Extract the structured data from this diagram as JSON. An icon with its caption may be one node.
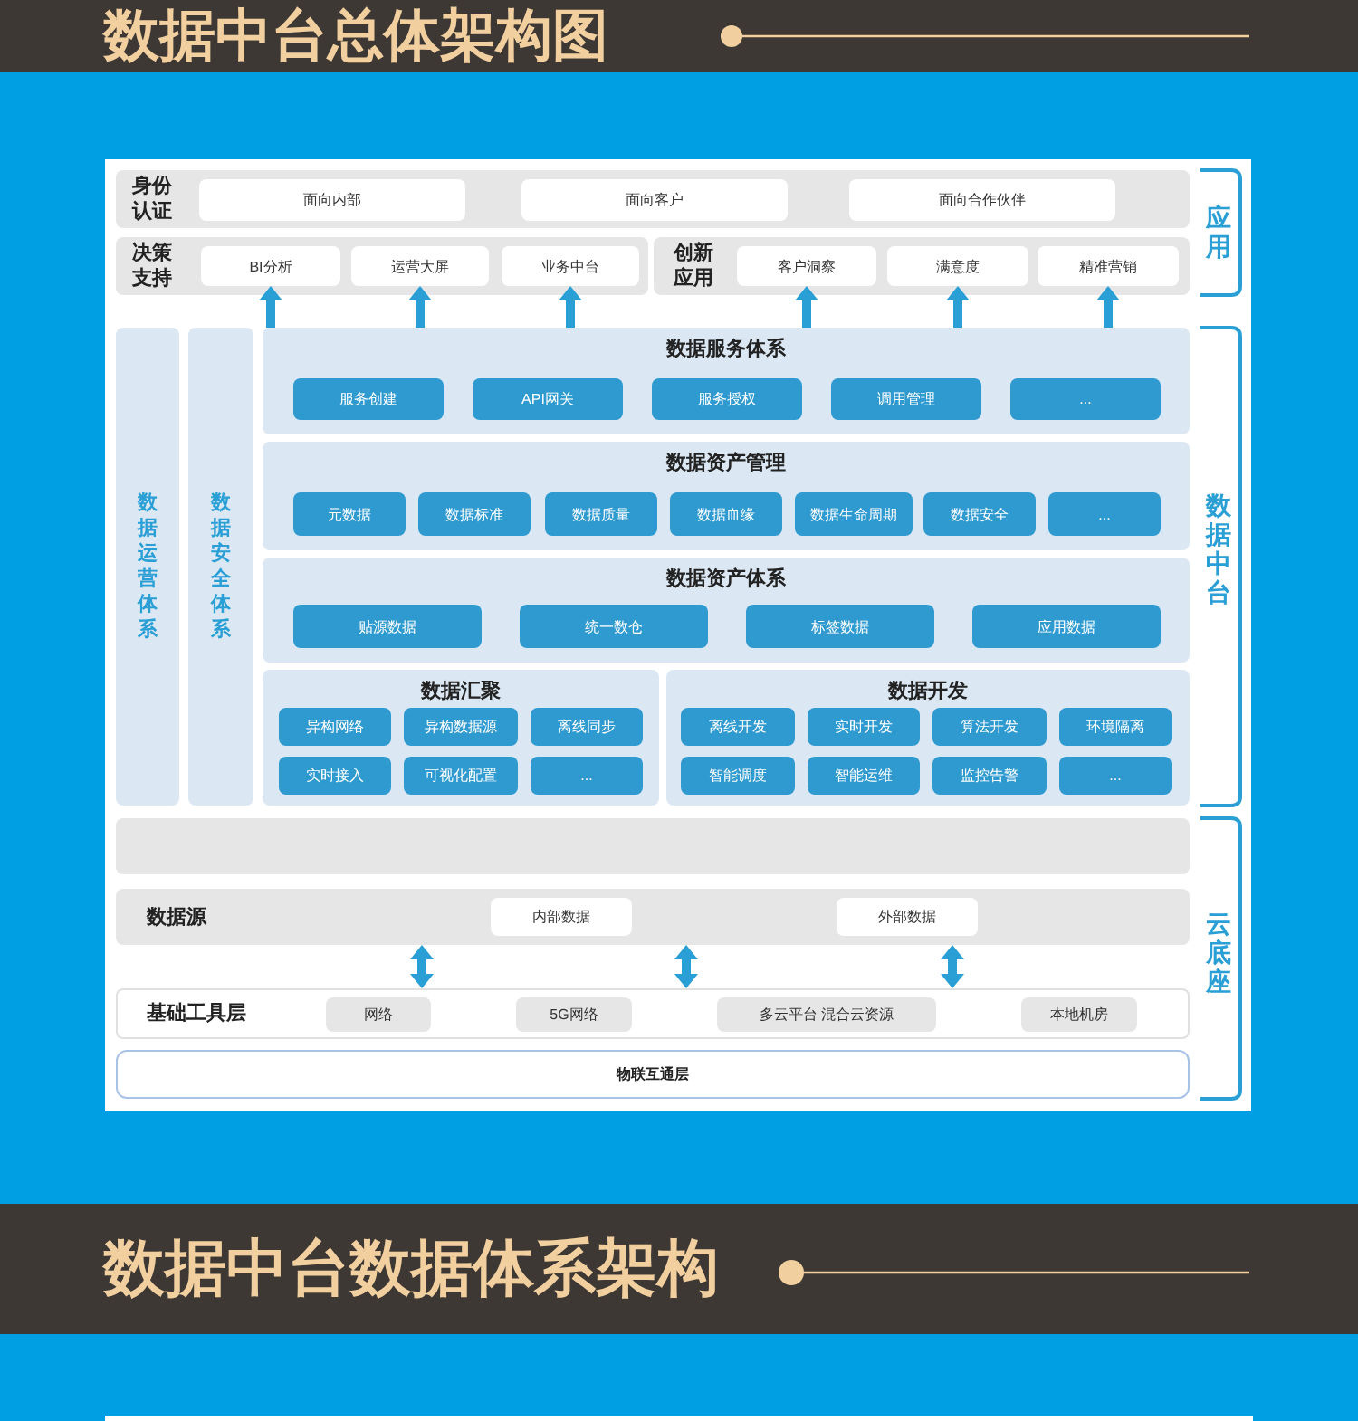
{
  "diagram": {
    "title": "数据中台总体架构图",
    "nodes": [
      {
        "text": [
          "身份认证"
        ]
      },
      {
        "text": [
          "面向内部"
        ],
        "in": 0
      },
      {
        "text": [
          "面向客户"
        ],
        "in": 0
      },
      {
        "text": [
          "面向合作伙伴"
        ],
        "in": 0
      },
      {
        "text": [
          "决策支持"
        ]
      },
      {
        "text": [
          "BI分析"
        ],
        "in": 4
      },
      {
        "text": [
          "运营大屏"
        ],
        "in": 4
      },
      {
        "text": [
          "业务中台"
        ],
        "in": 4
      },
      {
        "text": [
          "创新应用"
        ]
      },
      {
        "text": [
          "客户洞察"
        ],
        "in": 8
      },
      {
        "text": [
          "满意度"
        ],
        "in": 8
      },
      {
        "text": [
          "精准营销"
        ],
        "in": 8
      },
      {
        "text": [
          "数据运营体系"
        ]
      },
      {
        "text": [
          "数据安全体系"
        ]
      },
      {
        "text": [
          "数据服务体系"
        ]
      },
      {
        "text": [
          "服务创建"
        ],
        "in": 14
      },
      {
        "text": [
          "API网关"
        ],
        "in": 14
      },
      {
        "text": [
          "服务授权"
        ],
        "in": 14
      },
      {
        "text": [
          "调用管理"
        ],
        "in": 14
      },
      {
        "text": [
          "..."
        ],
        "in": 14
      },
      {
        "text": [
          "数据资产管理"
        ]
      },
      {
        "text": [
          "元数据"
        ],
        "in": 20
      },
      {
        "text": [
          "数据标准"
        ],
        "in": 20
      },
      {
        "text": [
          "数据质量"
        ],
        "in": 20
      },
      {
        "text": [
          "数据血缘"
        ],
        "in": 20
      },
      {
        "text": [
          "数据生命周期"
        ],
        "in": 20
      },
      {
        "text": [
          "数据安全"
        ],
        "in": 20
      },
      {
        "text": [
          "..."
        ],
        "in": 20
      },
      {
        "text": [
          "数据资产体系"
        ]
      },
      {
        "text": [
          "贴源数据"
        ],
        "in": 28
      },
      {
        "text": [
          "统一数仓"
        ],
        "in": 28
      },
      {
        "text": [
          "标签数据"
        ],
        "in": 28
      },
      {
        "text": [
          "应用数据"
        ],
        "in": 28
      },
      {
        "text": [
          "数据汇聚"
        ]
      },
      {
        "text": [
          "异构网络"
        ],
        "in": 33
      },
      {
        "text": [
          "异构数据源"
        ],
        "in": 33
      },
      {
        "text": [
          "离线同步"
        ],
        "in": 33
      },
      {
        "text": [
          "实时接入"
        ],
        "in": 33
      },
      {
        "text": [
          "可视化配置"
        ],
        "in": 33
      },
      {
        "text": [
          "..."
        ],
        "in": 33
      },
      {
        "text": [
          "数据开发"
        ]
      },
      {
        "text": [
          "离线开发"
        ],
        "in": 40
      },
      {
        "text": [
          "实时开发"
        ],
        "in": 40
      },
      {
        "text": [
          "算法开发"
        ],
        "in": 40
      },
      {
        "text": [
          "环境隔离"
        ],
        "in": 40
      },
      {
        "text": [
          "智能调度"
        ],
        "in": 40
      },
      {
        "text": [
          "智能运维"
        ],
        "in": 40
      },
      {
        "text": [
          "监控告警"
        ],
        "in": 40
      },
      {
        "text": [
          "..."
        ],
        "in": 40
      },
      {
        "text": [],
        "shape": "bar"
      },
      {
        "text": [
          "数据源"
        ]
      },
      {
        "text": [
          "内部数据"
        ],
        "in": 50
      },
      {
        "text": [
          "外部数据"
        ],
        "in": 50
      },
      {
        "text": [
          "基础工具层"
        ]
      },
      {
        "text": [
          "网络"
        ],
        "in": 53
      },
      {
        "text": [
          "5G网络"
        ],
        "in": 53
      },
      {
        "text": [
          "多云平台 混合云资源"
        ],
        "in": 53
      },
      {
        "text": [
          "本地机房"
        ],
        "in": 53
      },
      {
        "text": [
          "物联互通层"
        ]
      }
    ],
    "edges": [
      {
        "from": 14,
        "to": 5,
        "arrow": "to"
      },
      {
        "from": 14,
        "to": 6,
        "arrow": "to"
      },
      {
        "from": 14,
        "to": 7,
        "arrow": "to"
      },
      {
        "from": 14,
        "to": 9,
        "arrow": "to"
      },
      {
        "from": 14,
        "to": 10,
        "arrow": "to"
      },
      {
        "from": 14,
        "to": 11,
        "arrow": "to"
      },
      {
        "from": 50,
        "to": 53,
        "arrow": "both"
      },
      {
        "from": 50,
        "to": 53,
        "arrow": "both"
      },
      {
        "from": 50,
        "to": 53,
        "arrow": "both"
      }
    ],
    "labels": [
      "应用",
      "数据中台",
      "云底座",
      "数据中台数据体系架构"
    ]
  }
}
